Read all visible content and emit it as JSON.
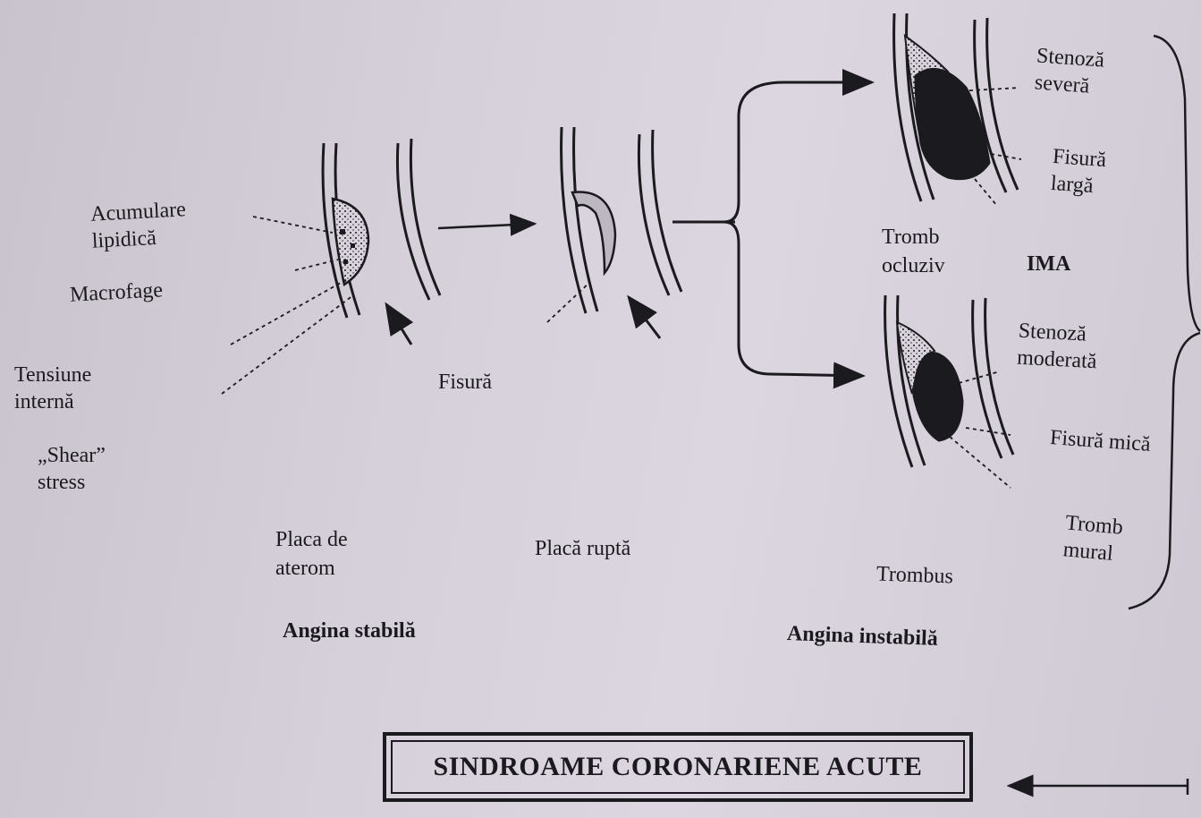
{
  "labels": {
    "acumulare_lipidica": [
      "Acumulare",
      "lipidică"
    ],
    "macrofage": "Macrofage",
    "tensiune_interna": [
      "Tensiune",
      "internă"
    ],
    "shear_stress": [
      "„Shear”",
      "stress"
    ],
    "fisura": "Fisură",
    "placa_de_aterom": [
      "Placa de",
      "aterom"
    ],
    "placa_rupta": "Placă ruptă",
    "angina_stabila": "Angina stabilă",
    "stenoza_severa": [
      "Stenoză",
      "severă"
    ],
    "fisura_larga": [
      "Fisură",
      "largă"
    ],
    "tromb_ocluziv": [
      "Tromb",
      "ocluziv"
    ],
    "ima": "IMA",
    "stenoza_moderata": [
      "Stenoză",
      "moderată"
    ],
    "fisura_mica": "Fisură mică",
    "tromb_mural": [
      "Tromb",
      "mural"
    ],
    "trombus": "Trombus",
    "angina_instabila": "Angina instabilă"
  },
  "title": "SINDROAME CORONARIENE ACUTE",
  "colors": {
    "ink": "#1b1a1e",
    "paper": "#d6d0da"
  }
}
